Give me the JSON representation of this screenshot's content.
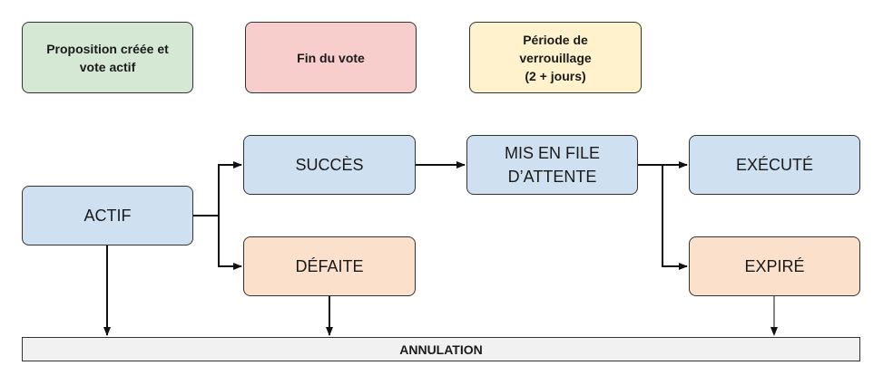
{
  "legend": {
    "proposal": {
      "label": "Proposition créée et\nvote actif",
      "color": "#d5e8d4"
    },
    "end_vote": {
      "label": "Fin du vote",
      "color": "#f8cecc"
    },
    "lock": {
      "label": "Période de\nverrouillage\n(2 + jours)",
      "color": "#fff2cc"
    }
  },
  "states": {
    "actif": {
      "label": "ACTIF",
      "color": "#cfe0f1"
    },
    "succes": {
      "label": "SUCCÈS",
      "color": "#cfe0f1"
    },
    "defaite": {
      "label": "DÉFAITE",
      "color": "#fbe1cb"
    },
    "file_attente": {
      "label": "MIS EN FILE\nD’ATTENTE",
      "color": "#cfe0f1"
    },
    "execute": {
      "label": "EXÉCUTÉ",
      "color": "#cfe0f1"
    },
    "expire": {
      "label": "EXPIRÉ",
      "color": "#fbe1cb"
    }
  },
  "annulation": {
    "label": "ANNULATION"
  }
}
